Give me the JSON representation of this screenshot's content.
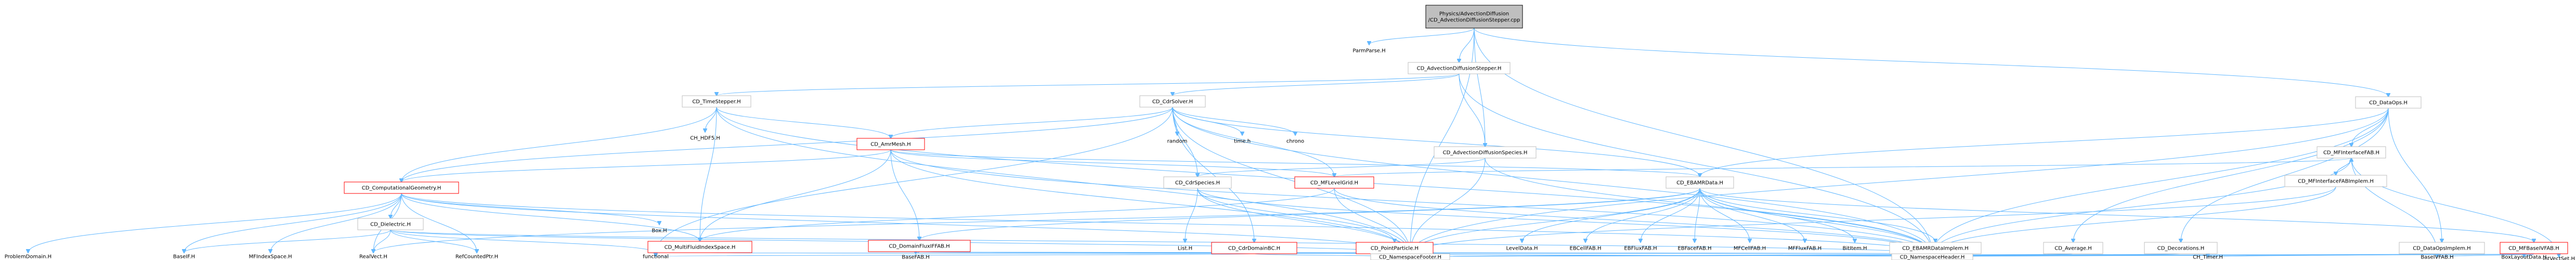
{
  "nodes": {
    "root": {
      "lines": [
        "Physics/AdvectionDiffusion",
        "/CD_AdvectionDiffusionStepper.cpp"
      ]
    },
    "parmparse": {
      "lines": [
        "ParmParse.H"
      ]
    },
    "ad_stepper_h": {
      "lines": [
        "CD_AdvectionDiffusionStepper.H"
      ]
    },
    "dataops": {
      "lines": [
        "CD_DataOps.H"
      ]
    },
    "timestepper": {
      "lines": [
        "CD_TimeStepper.H"
      ]
    },
    "cdrsolver": {
      "lines": [
        "CD_CdrSolver.H"
      ]
    },
    "chhdf5": {
      "lines": [
        "CH_HDF5.H"
      ]
    },
    "random": {
      "lines": [
        "random"
      ]
    },
    "timeh": {
      "lines": [
        "time.h"
      ]
    },
    "chrono": {
      "lines": [
        "chrono"
      ]
    },
    "amrmesh": {
      "lines": [
        "CD_AmrMesh.H"
      ]
    },
    "adspecies": {
      "lines": [
        "CD_AdvectionDiffusionSpecies.H"
      ]
    },
    "mfinterface": {
      "lines": [
        "CD_MFInterfaceFAB.H"
      ]
    },
    "mfinterfaceimpl": {
      "lines": [
        "CD_MFInterfaceFABImplem.H"
      ]
    },
    "compgeom": {
      "lines": [
        "CD_ComputationalGeometry.H"
      ]
    },
    "cdrspecies": {
      "lines": [
        "CD_CdrSpecies.H"
      ]
    },
    "mflevelgrid": {
      "lines": [
        "CD_MFLevelGrid.H"
      ]
    },
    "ebamrdata": {
      "lines": [
        "CD_EBAMRData.H"
      ]
    },
    "dielectric": {
      "lines": [
        "CD_Dielectric.H"
      ]
    },
    "boxh": {
      "lines": [
        "Box.H"
      ]
    },
    "multifluid": {
      "lines": [
        "CD_MultiFluidIndexSpace.H"
      ]
    },
    "domainflux": {
      "lines": [
        "CD_DomainFluxIFFAB.H"
      ]
    },
    "listh": {
      "lines": [
        "List.H"
      ]
    },
    "cdrdomainbc": {
      "lines": [
        "CD_CdrDomainBC.H"
      ]
    },
    "pointparticle": {
      "lines": [
        "CD_PointParticle.H"
      ]
    },
    "leveldata": {
      "lines": [
        "LevelData.H"
      ]
    },
    "ebcellfab": {
      "lines": [
        "EBCellFAB.H"
      ]
    },
    "ebfluxfab": {
      "lines": [
        "EBFluxFAB.H"
      ]
    },
    "ebfacefab": {
      "lines": [
        "EBFaceFAB.H"
      ]
    },
    "mfcellfab": {
      "lines": [
        "MFCellFAB.H"
      ]
    },
    "mffluxfab": {
      "lines": [
        "MFFluxFAB.H"
      ]
    },
    "bititem": {
      "lines": [
        "BitItem.H"
      ]
    },
    "ebamrdataimpl": {
      "lines": [
        "CD_EBAMRDataImplem.H"
      ]
    },
    "average": {
      "lines": [
        "CD_Average.H"
      ]
    },
    "decorations": {
      "lines": [
        "CD_Decorations.H"
      ]
    },
    "dataopsimpl": {
      "lines": [
        "CD_DataOpsImplem.H"
      ]
    },
    "mfbasevfab": {
      "lines": [
        "CD_MFBaseIVFAB.H"
      ]
    },
    "intvectset": {
      "lines": [
        "IntVectSet.H"
      ]
    },
    "problemdomain": {
      "lines": [
        "ProblemDomain.H"
      ]
    },
    "baseif": {
      "lines": [
        "BaseIF.H"
      ]
    },
    "mfindexspace": {
      "lines": [
        "MFIndexSpace.H"
      ]
    },
    "realvect": {
      "lines": [
        "RealVect.H"
      ]
    },
    "refcountedptr": {
      "lines": [
        "RefCountedPtr.H"
      ]
    },
    "functional": {
      "lines": [
        "functional"
      ]
    },
    "basefab": {
      "lines": [
        "BaseFAB.H"
      ]
    },
    "nsfooter": {
      "lines": [
        "CD_NamespaceFooter.H"
      ]
    },
    "nsheader": {
      "lines": [
        "CD_NamespaceHeader.H"
      ]
    },
    "chtimer": {
      "lines": [
        "CH_Timer.H"
      ]
    },
    "baseivfab": {
      "lines": [
        "BaseIVFAB.H"
      ]
    },
    "boxlayoutdata": {
      "lines": [
        "BoxLayoutData.H"
      ]
    }
  },
  "colors": {
    "edge": "#63b8ff",
    "root_fill": "#bfbfbf",
    "node_border": "#bfbfbf",
    "red_border": "#ff0000"
  }
}
